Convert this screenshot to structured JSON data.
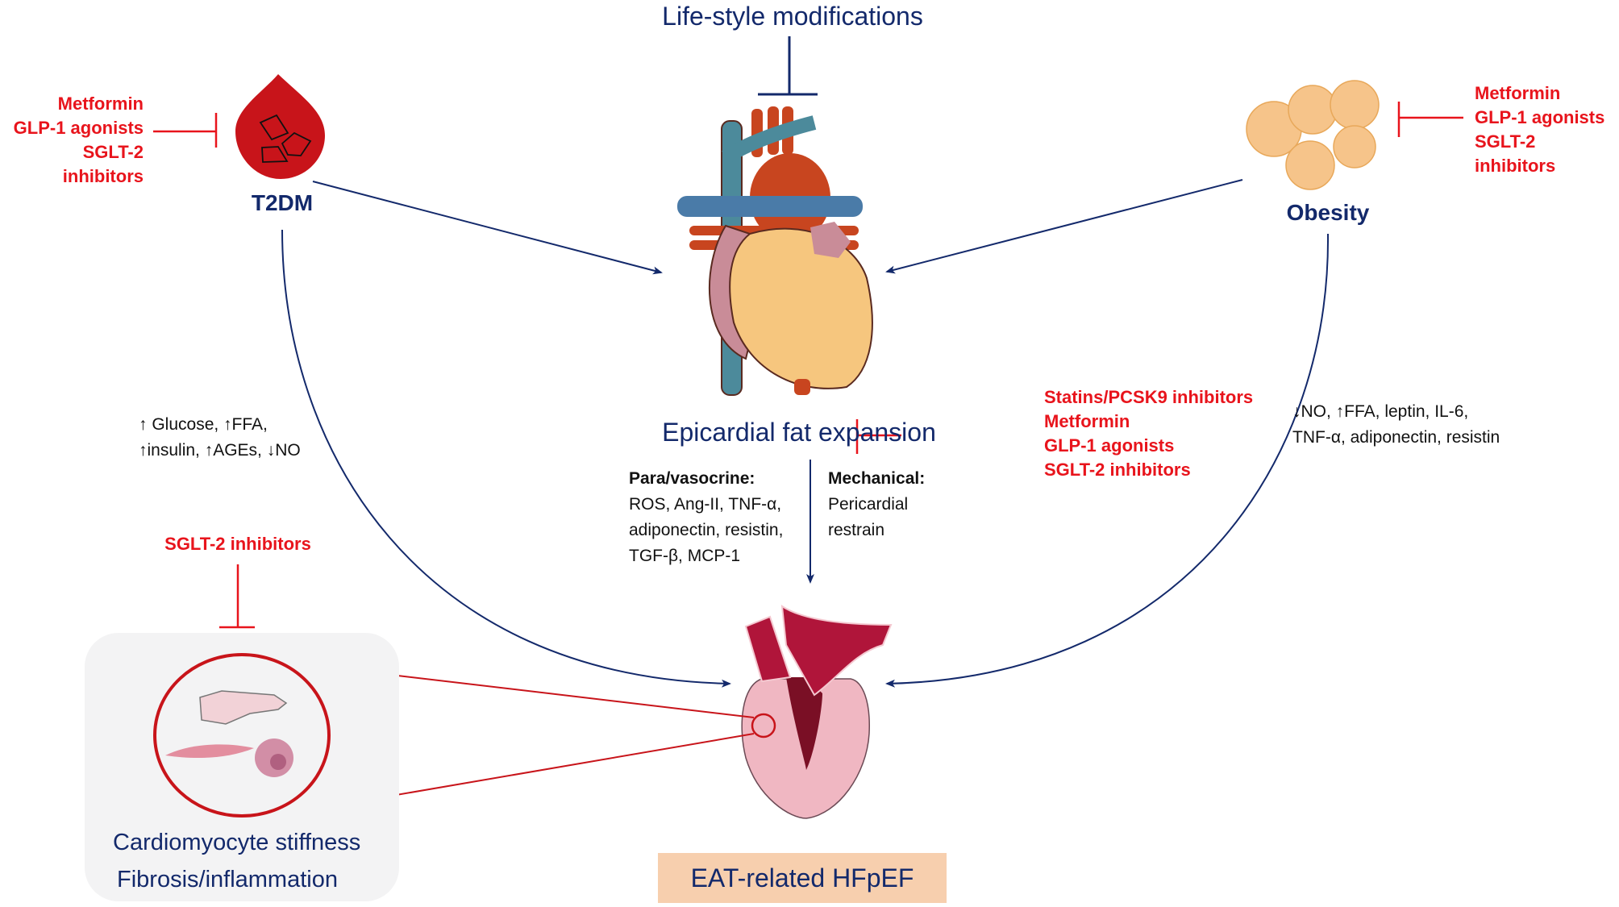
{
  "title": "Life-style modifications",
  "nodes": {
    "t2dm": {
      "label": "T2DM",
      "drugs": [
        "Metformin",
        "GLP-1 agonists",
        "SGLT-2 inhibitors"
      ]
    },
    "obesity": {
      "label": "Obesity",
      "drugs": [
        "Metformin",
        "GLP-1 agonists",
        "SGLT-2 inhibitors"
      ]
    },
    "epicardial": {
      "label": "Epicardial fat expansion",
      "drugs": [
        "Statins/PCSK9 inhibitors",
        "Metformin",
        "GLP-1 agonists",
        "SGLT-2 inhibitors"
      ]
    },
    "outcome": {
      "label": "EAT-related HFpEF"
    }
  },
  "t2dm_effects": [
    "↑ Glucose, ↑FFA,",
    "↑insulin, ↑AGEs, ↓NO"
  ],
  "obesity_effects": [
    "↓NO, ↑FFA, leptin, IL-6,",
    "TNF-α, adiponectin, resistin"
  ],
  "mechanisms": {
    "paracrine": {
      "heading": "Para/vasocrine:",
      "lines": [
        "ROS, Ang-II, TNF-α,",
        "adiponectin, resistin,",
        "TGF-β, MCP-1"
      ]
    },
    "mechanical": {
      "heading": "Mechanical:",
      "lines": [
        "Pericardial",
        "restrain"
      ]
    }
  },
  "cellular": {
    "drug": "SGLT-2 inhibitors",
    "lines": [
      "Cardiomyocyte stiffness",
      "Fibrosis/inflammation"
    ]
  },
  "colors": {
    "navy": "#13296b",
    "red": "#e8141c",
    "box_gray": "#f3f3f4",
    "box_peach": "#f7cfae"
  }
}
